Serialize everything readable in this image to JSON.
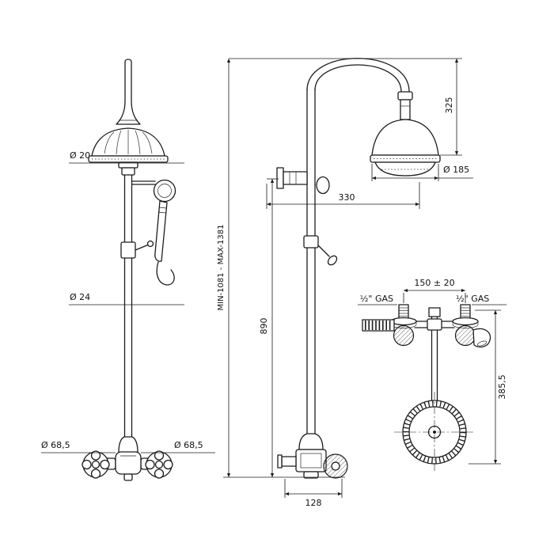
{
  "style": {
    "line_color": "#1c1c1c",
    "background": "#ffffff"
  },
  "views": {
    "front": {
      "head_diameter": "Ø 20",
      "pipe_diameter": "Ø 24",
      "left_flange_diameter": "Ø 68,5",
      "right_flange_diameter": "Ø 68,5"
    },
    "side": {
      "arc_height": "325",
      "head_diameter": "Ø 185",
      "arm_reach": "330",
      "height_range": "MIN-1081 - MAX-1381",
      "riser_height": "890",
      "body_depth": "128"
    },
    "rear": {
      "inlet_spacing": "150 ± 20",
      "left_thread": "½\" GAS",
      "right_thread": "½\" GAS",
      "drop_height": "385,5"
    }
  }
}
